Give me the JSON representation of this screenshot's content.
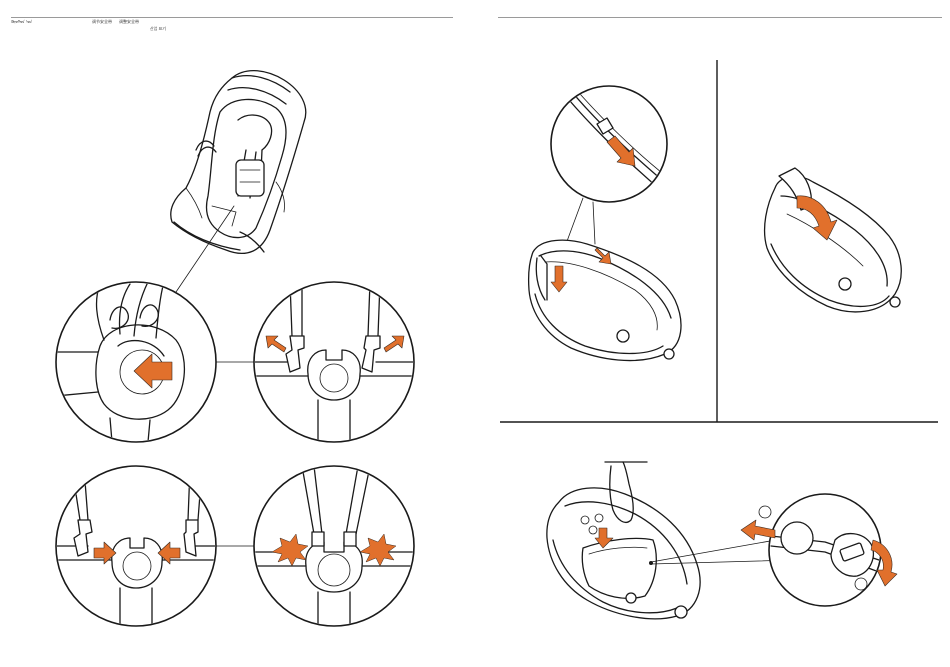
{
  "header": {
    "left_tiny": "ᠬᠦᠦᠬᠡᠳ ᠤᠨ",
    "label_1": "调节安全带",
    "label_2": "调整安全带",
    "label_3": "산업 표기"
  },
  "accent_color": "#e1702c",
  "line_color": "#1a1a1a"
}
